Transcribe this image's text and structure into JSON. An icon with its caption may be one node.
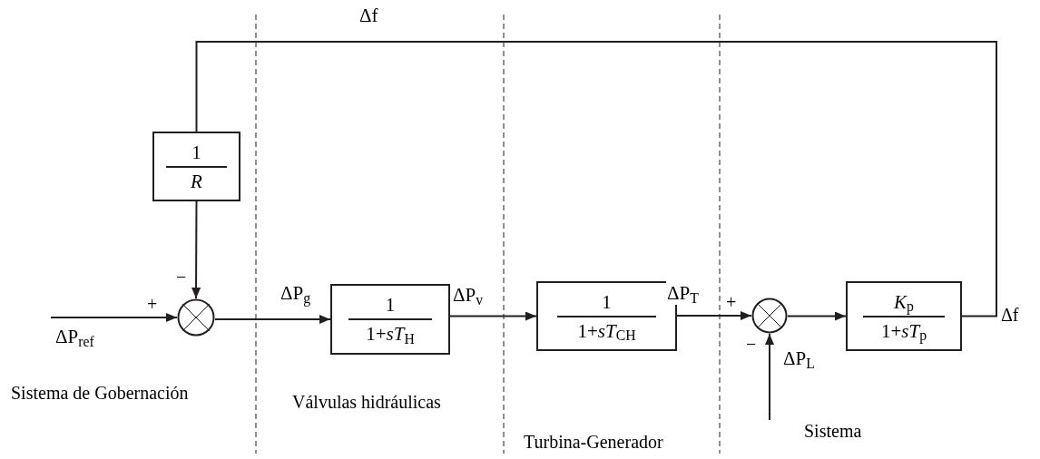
{
  "diagram": {
    "nodes": [
      {
        "text": [
          "1",
          "*R*"
        ]
      },
      {
        "text": [],
        "shape": "circle"
      },
      {
        "text": [
          "1",
          "1+*sT*$_{H}$"
        ]
      },
      {
        "text": [
          "1",
          "1+*sT*$_{CH}$"
        ]
      },
      {
        "text": [],
        "shape": "circle"
      },
      {
        "text": [
          "*K*$_{p}$",
          "1+*sT*$_{p}$"
        ]
      }
    ],
    "edges": [
      {
        "from": null,
        "to": 1,
        "arrow": "to",
        "label": "ΔP$_{ref}$"
      },
      {
        "from": 0,
        "to": 1,
        "arrow": "to"
      },
      {
        "from": 1,
        "to": 2,
        "arrow": "to",
        "label": "ΔP$_{g}$"
      },
      {
        "from": 2,
        "to": 3,
        "arrow": "to",
        "label": "ΔP$_{v}$"
      },
      {
        "from": 3,
        "to": 4,
        "arrow": "to",
        "label": "ΔP$_{T}$"
      },
      {
        "from": null,
        "to": 4,
        "arrow": "to",
        "label": "ΔP$_{L}$"
      },
      {
        "from": 4,
        "to": 5,
        "arrow": "to"
      },
      {
        "from": 5,
        "to": 0,
        "arrow": "none",
        "label": "Δf"
      }
    ],
    "labels": [
      "+",
      "−",
      "+",
      "−",
      "Δf",
      "Sistema de Gobernación",
      "Válvulas hidráulicas",
      "Turbina-Generador",
      "Sistema"
    ]
  }
}
